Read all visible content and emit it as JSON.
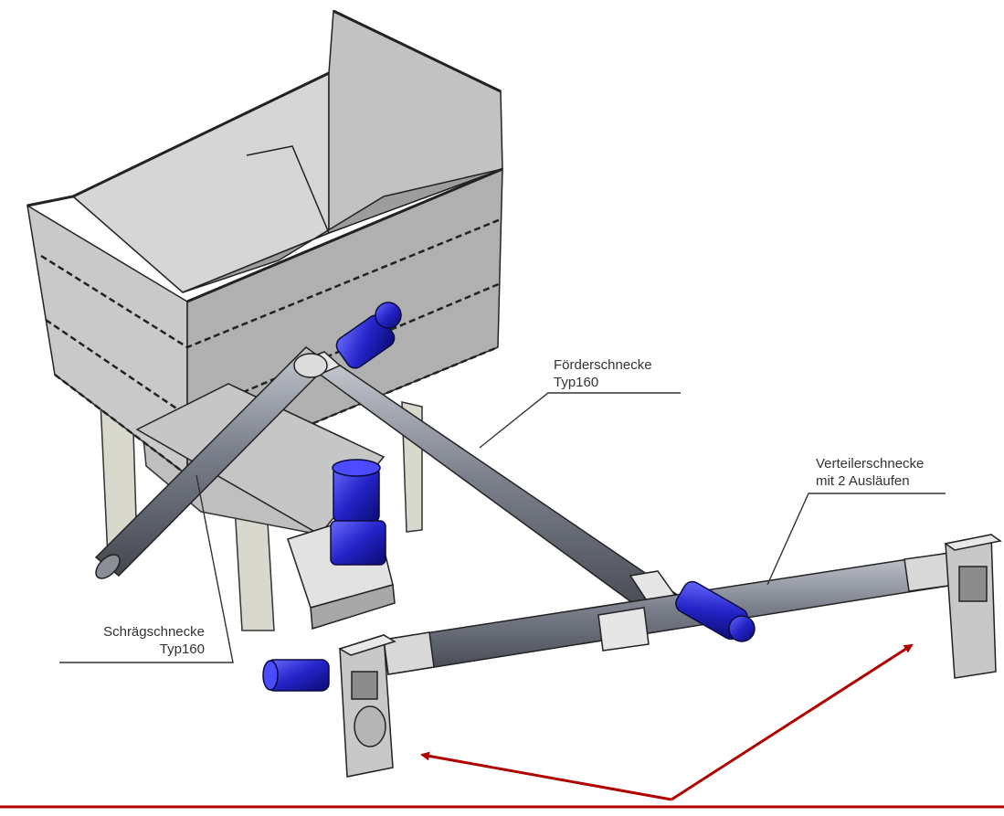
{
  "labels": {
    "foerderschnecke": {
      "line1": "Förderschnecke",
      "line2": "Typ160"
    },
    "verteilerschnecke": {
      "line1": "Verteilerschnecke",
      "line2": "mit 2 Ausläufen"
    },
    "schraegschnecke": {
      "line1": "Schrägschnecke",
      "line2": "Typ160"
    }
  },
  "colors": {
    "hopper": "#b8b8b8",
    "hopper_light": "#cfcfcf",
    "hopper_dark": "#8a8a8a",
    "tube": "#6e7380",
    "tube_light": "#a9adb6",
    "motor": "#2323c8",
    "arrow": "#b00000",
    "leader": "#333333"
  }
}
